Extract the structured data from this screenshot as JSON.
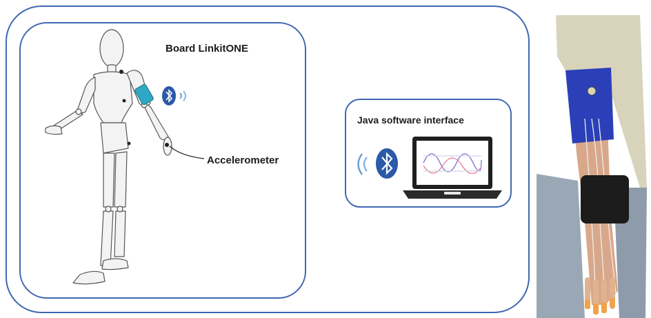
{
  "labels": {
    "board": "Board LinkitONE",
    "accelerometer": "Accelerometer",
    "java_interface": "Java software interface"
  },
  "colors": {
    "frame_blue": "#3f67b1",
    "bluetooth_blue": "#2a5aa8",
    "board_teal": "#2ea8c4",
    "sleeve_blue": "#2b3fb8"
  },
  "icons": [
    "bluetooth-icon",
    "wireless-signal-icon",
    "laptop-icon",
    "mannequin-figure",
    "arm-photo"
  ]
}
